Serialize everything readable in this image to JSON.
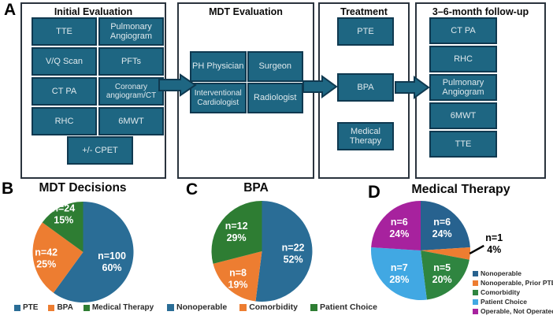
{
  "panel_letters": {
    "a": "A",
    "b": "B",
    "c": "C",
    "d": "D"
  },
  "colors": {
    "flow_box_fill": "#1e6682",
    "flow_box_border": "#0f3950",
    "flow_box_text": "#dfe9ed",
    "section_border": "#2a333d",
    "callout_line": "#000000",
    "pie_blue": "#2a6d96",
    "pie_orange": "#ed7d31",
    "pie_green": "#2e7d33",
    "pie_light_blue": "#41a8e3",
    "pie_magenta": "#a7229e"
  },
  "panel_a": {
    "sections": [
      {
        "title": "Initial Evaluation",
        "boxes": [
          "TTE",
          "Pulmonary Angiogram",
          "V/Q Scan",
          "PFTs",
          "CT PA",
          "Coronary angiogram/CT",
          "RHC",
          "6MWT"
        ],
        "footer_box": "+/- CPET"
      },
      {
        "title": "MDT Evaluation",
        "boxes": [
          "PH Physician",
          "Surgeon",
          "Interventional Cardiologist",
          "Radiologist"
        ]
      },
      {
        "title": "Treatment",
        "boxes": [
          "PTE",
          "BPA",
          "Medical Therapy"
        ]
      },
      {
        "title": "3–6-month follow-up",
        "boxes": [
          "CT PA",
          "RHC",
          "Pulmonary Angiogram",
          "6MWT",
          "TTE"
        ]
      }
    ]
  },
  "chart_data": [
    {
      "type": "pie",
      "panel": "B",
      "title": "MDT Decisions",
      "legend_position": "bottom",
      "start_angle_deg": 0,
      "direction": "clockwise",
      "slices": [
        {
          "name": "PTE",
          "n": 100,
          "pct": 60,
          "label": "n=100",
          "pct_label": "60%",
          "color": "#2a6d96"
        },
        {
          "name": "BPA",
          "n": 42,
          "pct": 25,
          "label": "n=42",
          "pct_label": "25%",
          "color": "#ed7d31"
        },
        {
          "name": "Medical Therapy",
          "n": 24,
          "pct": 15,
          "label": "n=24",
          "pct_label": "15%",
          "color": "#2e7d33"
        }
      ]
    },
    {
      "type": "pie",
      "panel": "C",
      "title": "BPA",
      "legend_position": "bottom",
      "start_angle_deg": 0,
      "direction": "clockwise",
      "slices": [
        {
          "name": "Nonoperable",
          "n": 22,
          "pct": 52,
          "label": "n=22",
          "pct_label": "52%",
          "color": "#2a6d96"
        },
        {
          "name": "Comorbidity",
          "n": 8,
          "pct": 19,
          "label": "n=8",
          "pct_label": "19%",
          "color": "#ed7d31"
        },
        {
          "name": "Patient Choice",
          "n": 12,
          "pct": 29,
          "label": "n=12",
          "pct_label": "29%",
          "color": "#2e7d33"
        }
      ]
    },
    {
      "type": "pie",
      "panel": "D",
      "title": "Medical Therapy",
      "legend_position": "right",
      "start_angle_deg": 0,
      "direction": "clockwise",
      "slices": [
        {
          "name": "Nonoperable",
          "n": 6,
          "pct": 24,
          "label": "n=6",
          "pct_label": "24%",
          "color": "#27628f"
        },
        {
          "name": "Nonoperable, Prior PTE",
          "n": 1,
          "pct": 4,
          "label": "n=1",
          "pct_label": "4%",
          "color": "#ed7d31",
          "callout": true
        },
        {
          "name": "Comorbidity",
          "n": 5,
          "pct": 20,
          "label": "n=5",
          "pct_label": "20%",
          "color": "#2f8540"
        },
        {
          "name": "Patient Choice",
          "n": 7,
          "pct": 28,
          "label": "n=7",
          "pct_label": "28%",
          "color": "#41a8e3"
        },
        {
          "name": "Operable, Not Operated",
          "n": 6,
          "pct": 24,
          "label": "n=6",
          "pct_label": "24%",
          "color": "#a7229e"
        }
      ]
    }
  ]
}
